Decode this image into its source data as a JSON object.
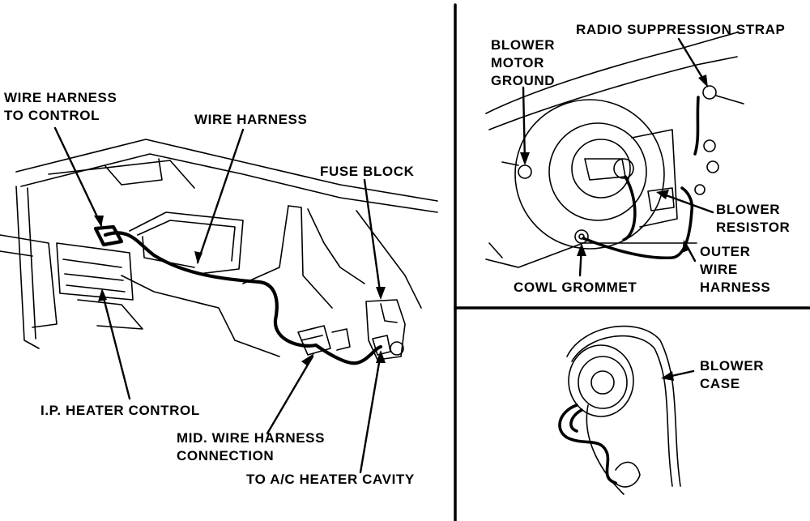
{
  "main_view": {
    "labels": {
      "wire_harness_to_control": "WIRE HARNESS\nTO CONTROL",
      "wire_harness": "WIRE HARNESS",
      "fuse_block": "FUSE BLOCK",
      "ip_heater_control": "I.P. HEATER CONTROL",
      "mid_wire_harness_connection": "MID. WIRE HARNESS\nCONNECTION",
      "to_ac_heater_cavity": "TO A/C HEATER CAVITY"
    }
  },
  "detail_top_right": {
    "labels": {
      "blower_motor_ground": "BLOWER\nMOTOR\nGROUND",
      "radio_suppression_strap": "RADIO SUPPRESSION STRAP",
      "blower_resistor": "BLOWER\nRESISTOR",
      "outer_wire_harness": "OUTER\nWIRE\nHARNESS",
      "cowl_grommet": "COWL GROMMET"
    }
  },
  "detail_bottom_right": {
    "labels": {
      "blower_case": "BLOWER\nCASE"
    }
  }
}
